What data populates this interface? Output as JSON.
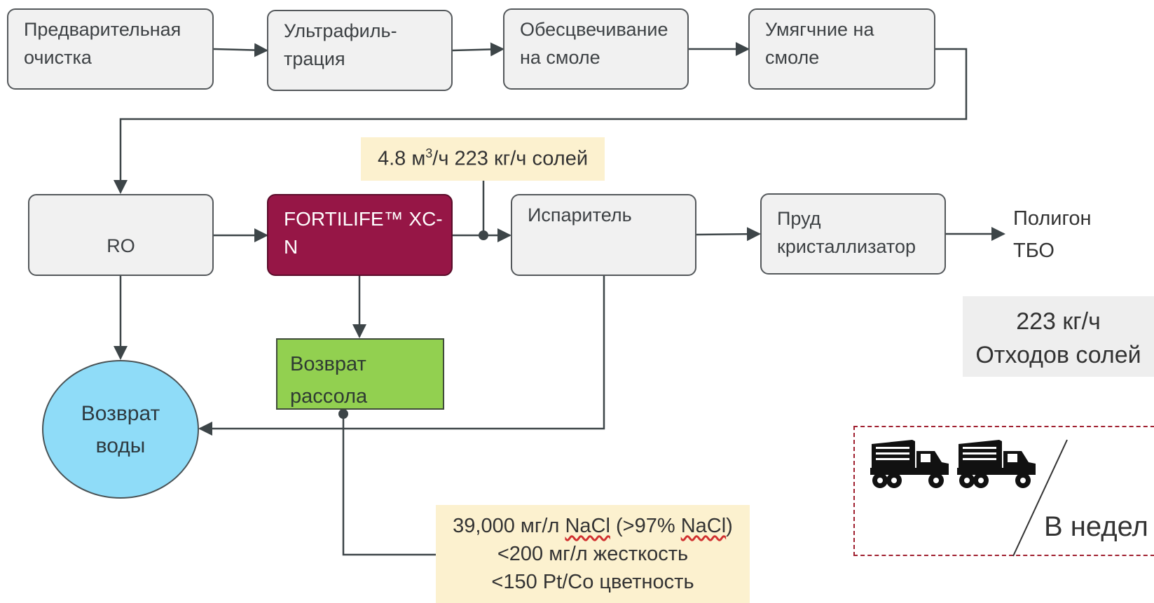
{
  "process_steps": {
    "pretreatment": [
      "Предварительная",
      "очистка"
    ],
    "ultrafiltration": [
      "Ультрафиль-",
      "трация"
    ],
    "decolorization": [
      "Обесцвечивание",
      "на смоле"
    ],
    "softening": [
      "Умягчние на",
      "смоле"
    ],
    "ro": "RO",
    "fortilife": "FORTILIFE™ XC-N",
    "evaporator": "Испаритель",
    "pond": [
      "Пруд",
      "кристаллизатор"
    ]
  },
  "outlet": [
    "Полигон",
    "ТБО"
  ],
  "flow_note": {
    "prefix": "4.8 м",
    "superscript": "3",
    "suffix": "/ч 223 кг/ч солей"
  },
  "brine_return": [
    "Возврат",
    "рассола"
  ],
  "water_return": [
    "Возврат",
    "воды"
  ],
  "brine_spec": {
    "line1_prefix": "39,000 мг/л ",
    "line1_nacl_1": "NaCl",
    "line1_middle": " (>97% ",
    "line1_nacl_2": "NaCl",
    "line1_suffix": ")",
    "line2": "<200 мг/л жесткость",
    "line3": "<150 Pt/Co цветность"
  },
  "salt_waste": [
    "223 кг/ч",
    "Отходов солей"
  ],
  "trucks_caption": "В недел",
  "icons": [
    "dump-truck-icon",
    "dump-truck-icon"
  ],
  "colors": {
    "fortilife": "#961646",
    "brine_return": "#92d050",
    "water_return": "#8fdcf8",
    "note_background": "#fcf1cf",
    "dashed_border": "#a02030"
  }
}
